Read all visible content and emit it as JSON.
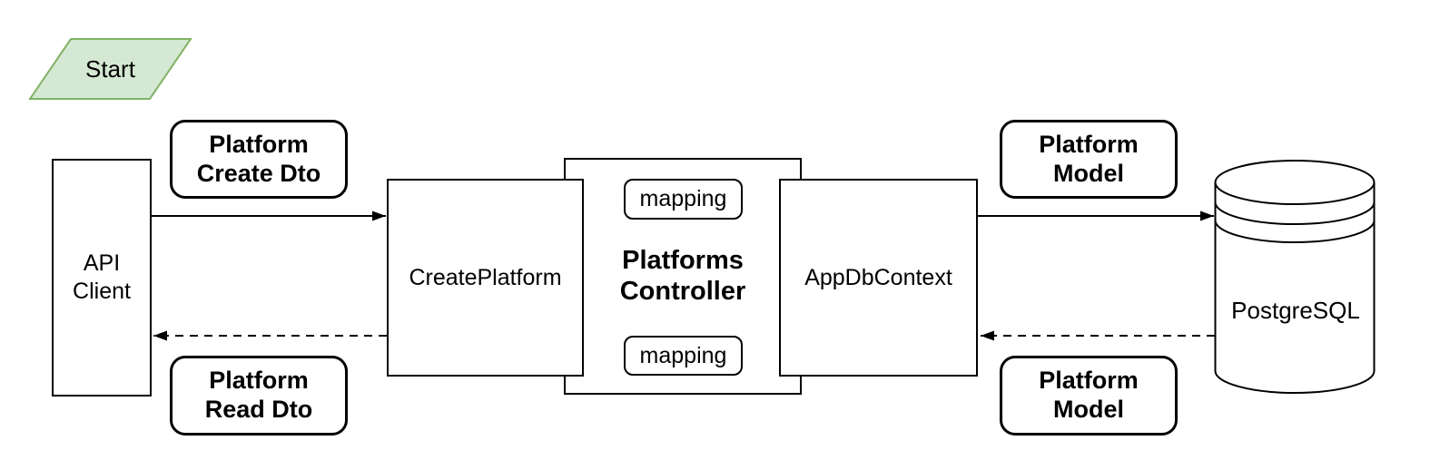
{
  "start": {
    "label": "Start",
    "fill": "#d5e8d4",
    "stroke": "#82b366"
  },
  "nodes": {
    "api_client": {
      "label": "API Client"
    },
    "create_platform": {
      "label": "CreatePlatform"
    },
    "platforms_controller": {
      "label": "Platforms Controller"
    },
    "mapping_top": {
      "label": "mapping"
    },
    "mapping_bottom": {
      "label": "mapping"
    },
    "app_db_context": {
      "label": "AppDbContext"
    },
    "postgresql": {
      "label": "PostgreSQL"
    }
  },
  "edge_labels": {
    "platform_create_dto": "Platform Create Dto",
    "platform_read_dto": "Platform Read Dto",
    "platform_model_request": "Platform Model",
    "platform_model_response": "Platform Model"
  },
  "colors": {
    "background": "#ffffff",
    "node_stroke": "#000000"
  }
}
